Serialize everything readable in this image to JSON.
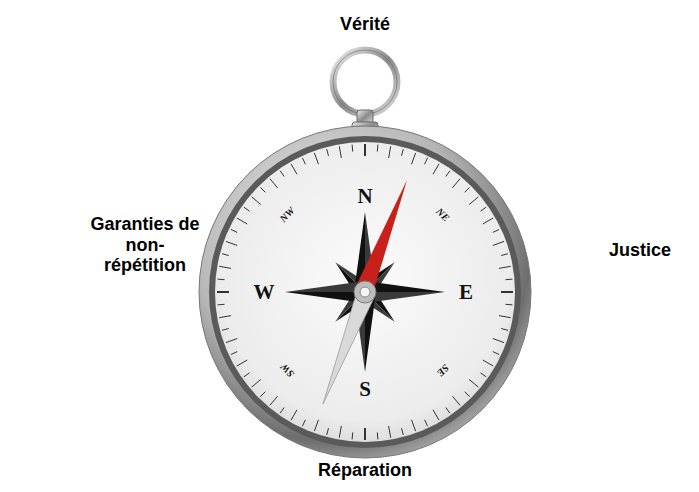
{
  "diagram": {
    "labels": [
      "Vérité",
      "Garanties de non-répétition",
      "Justice",
      "Réparation",
      "N",
      "NW",
      "NE",
      "W",
      "E",
      "SW",
      "SE",
      "S"
    ]
  }
}
